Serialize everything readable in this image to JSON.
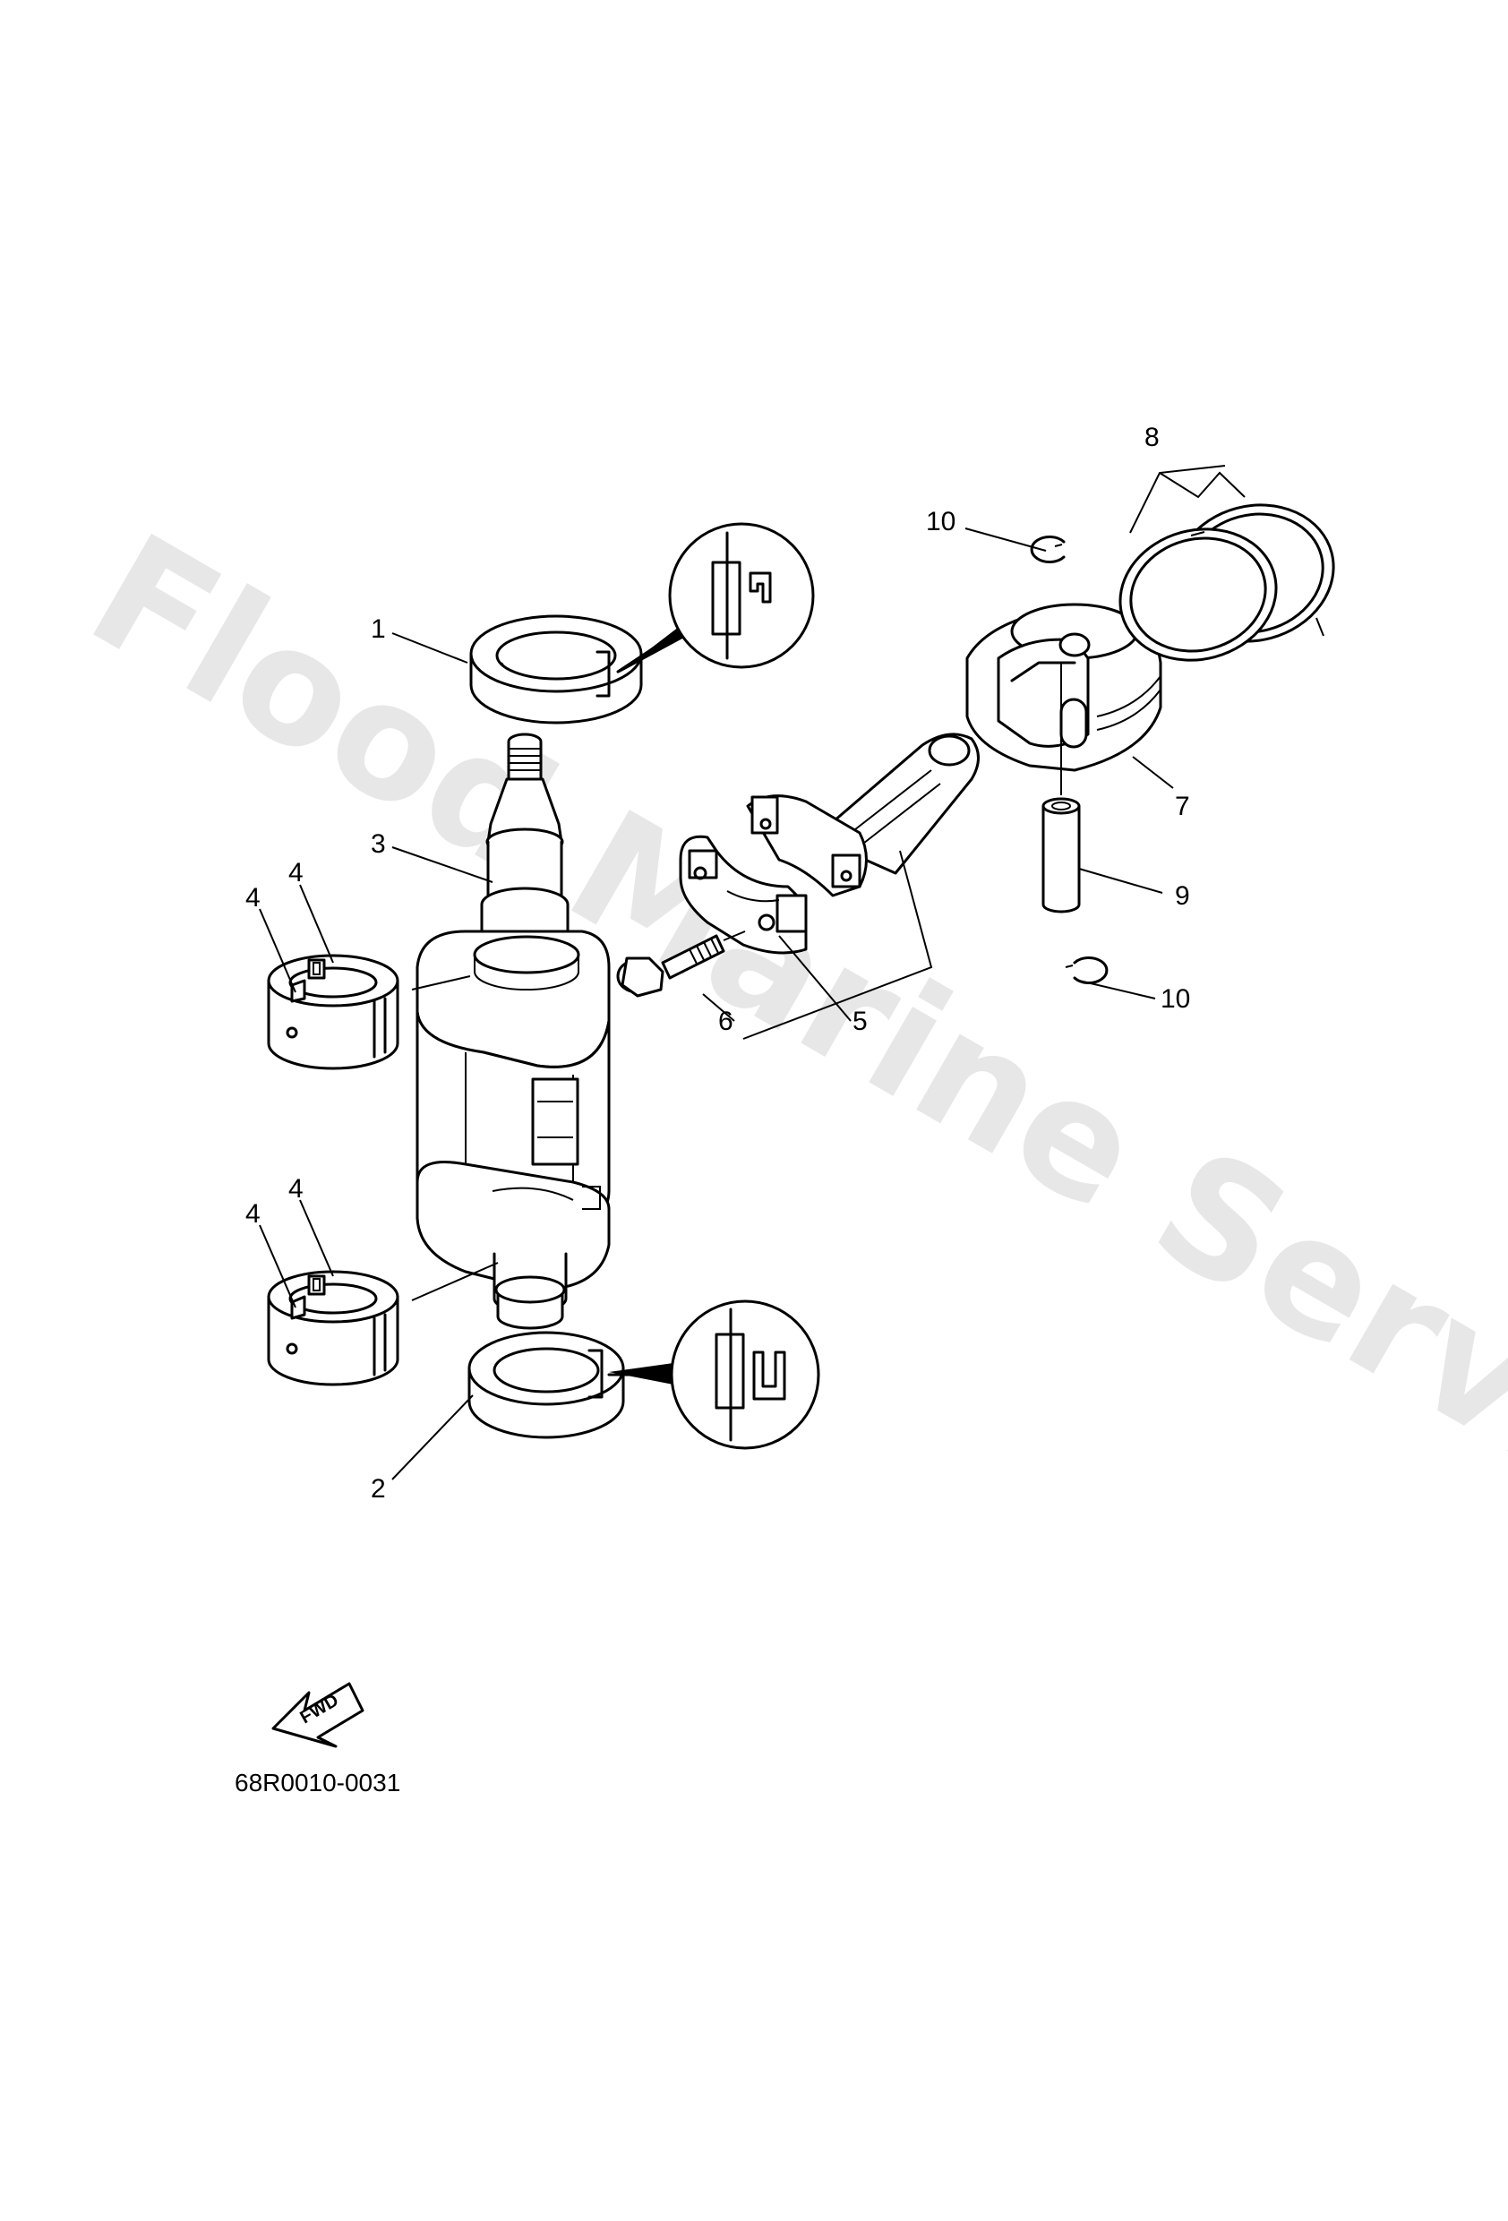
{
  "watermark": "Flood Marine Services",
  "diagram_code": "68R0010-0031",
  "fwd_label": "FWD",
  "callouts": {
    "c1": "1",
    "c2": "2",
    "c3": "3",
    "c4a": "4",
    "c4b": "4",
    "c4c": "4",
    "c4d": "4",
    "c5": "5",
    "c6": "6",
    "c7": "7",
    "c8": "8",
    "c9": "9",
    "c10a": "10",
    "c10b": "10"
  }
}
